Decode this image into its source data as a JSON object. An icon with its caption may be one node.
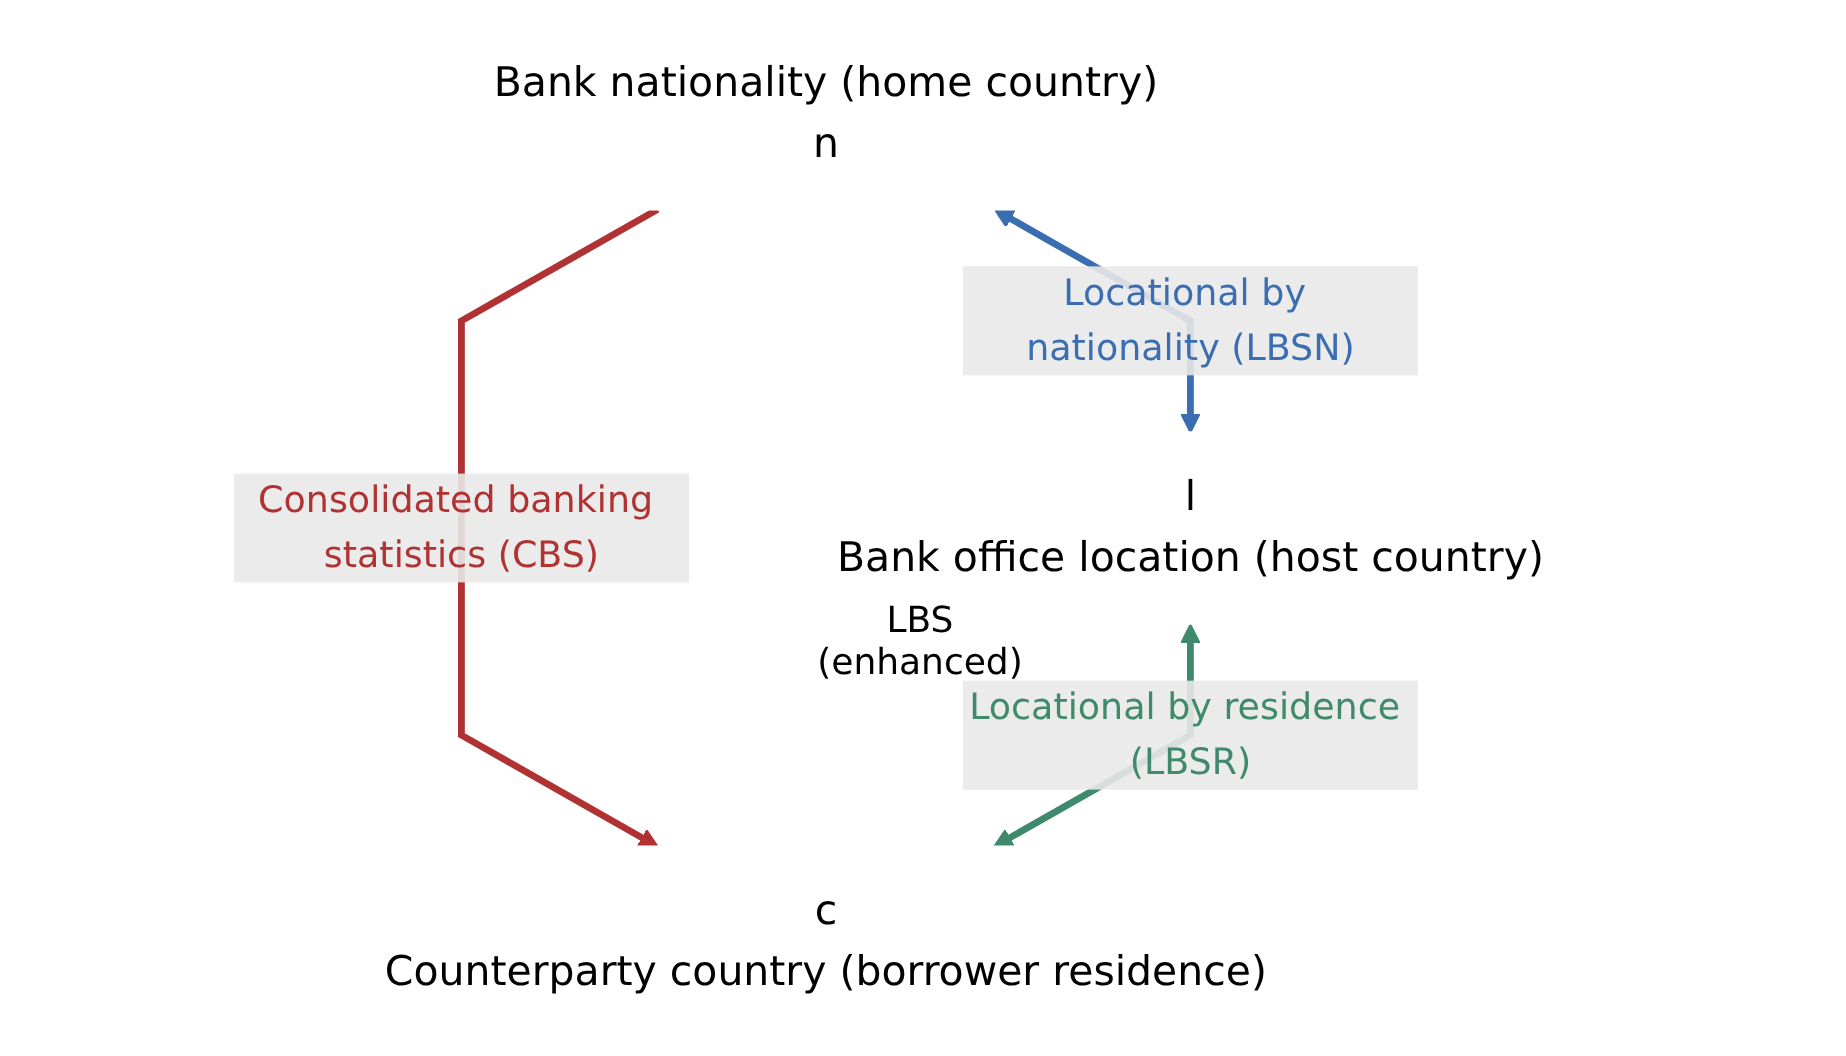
{
  "diagram": {
    "nodes": [
      {
        "text": [
          "Bank nationality (home country)",
          "n"
        ]
      },
      {
        "text": [
          "l",
          "Bank office location (host country)"
        ]
      },
      {
        "text": [
          "c",
          "Counterparty country (borrower residence)"
        ]
      }
    ],
    "edges": [
      {
        "from": 0,
        "to": 1,
        "arrow": "both",
        "label": "Locational by nationality (LBSN)",
        "color": "#3a6eb0"
      },
      {
        "from": 0,
        "to": 2,
        "arrow": "to",
        "label": "Consolidated banking statistics (CBS)",
        "color": "#b03232"
      },
      {
        "from": 1,
        "to": 2,
        "arrow": "both",
        "label": "Locational by residence (LBSR)",
        "color": "#3f8a6c"
      }
    ],
    "labels": [
      "LBS (enhanced)"
    ]
  }
}
